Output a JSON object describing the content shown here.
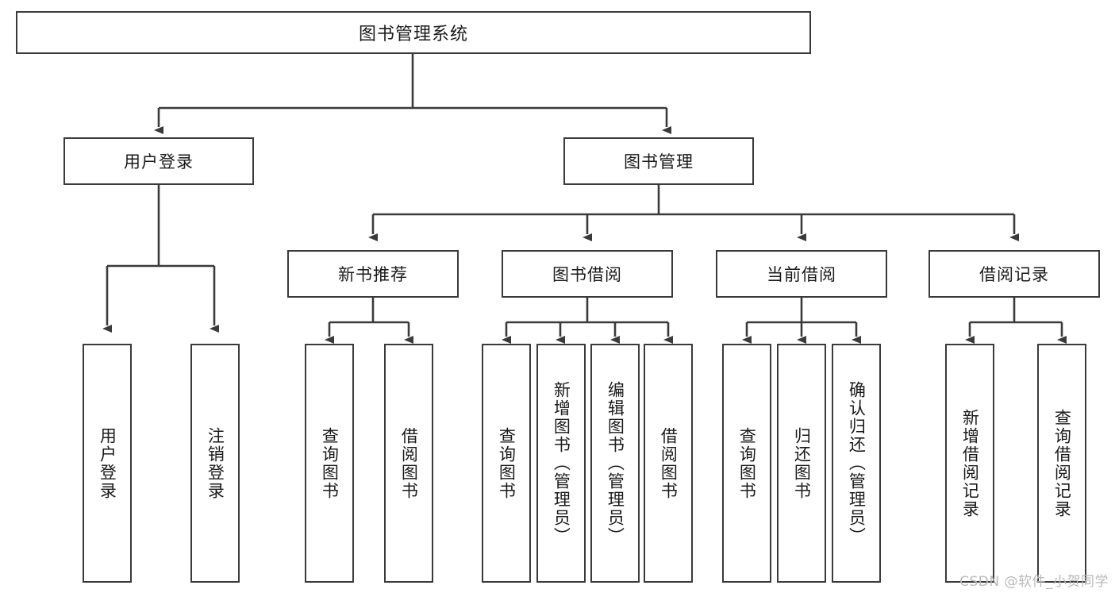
{
  "diagram": {
    "title": "图书管理系统",
    "type": "tree-hierarchy",
    "colors": {
      "box_border": "#3a3a3a",
      "box_fill": "#ffffff",
      "line": "#3a3a3a",
      "text": "#1a1a1a",
      "watermark": "#b9b9b9"
    },
    "root": {
      "label": "图书管理系统"
    },
    "level2": [
      {
        "label": "用户登录"
      },
      {
        "label": "图书管理"
      }
    ],
    "level3": [
      {
        "label": "新书推荐"
      },
      {
        "label": "图书借阅"
      },
      {
        "label": "当前借阅"
      },
      {
        "label": "借阅记录"
      }
    ],
    "leaves": {
      "user_login": [
        {
          "label": "用户登录"
        },
        {
          "label": "注销登录"
        }
      ],
      "new_book_recommend": [
        {
          "label": "查询图书"
        },
        {
          "label": "借阅图书"
        }
      ],
      "book_borrow": [
        {
          "label": "查询图书"
        },
        {
          "label": "新增图书（管理员）"
        },
        {
          "label": "编辑图书（管理员）"
        },
        {
          "label": "借阅图书"
        }
      ],
      "current_borrow": [
        {
          "label": "查询图书"
        },
        {
          "label": "归还图书"
        },
        {
          "label": "确认归还（管理员）"
        }
      ],
      "borrow_records": [
        {
          "label": "新增借阅记录"
        },
        {
          "label": "查询借阅记录"
        }
      ]
    },
    "watermark": "CSDN @软件_小贺同学"
  }
}
